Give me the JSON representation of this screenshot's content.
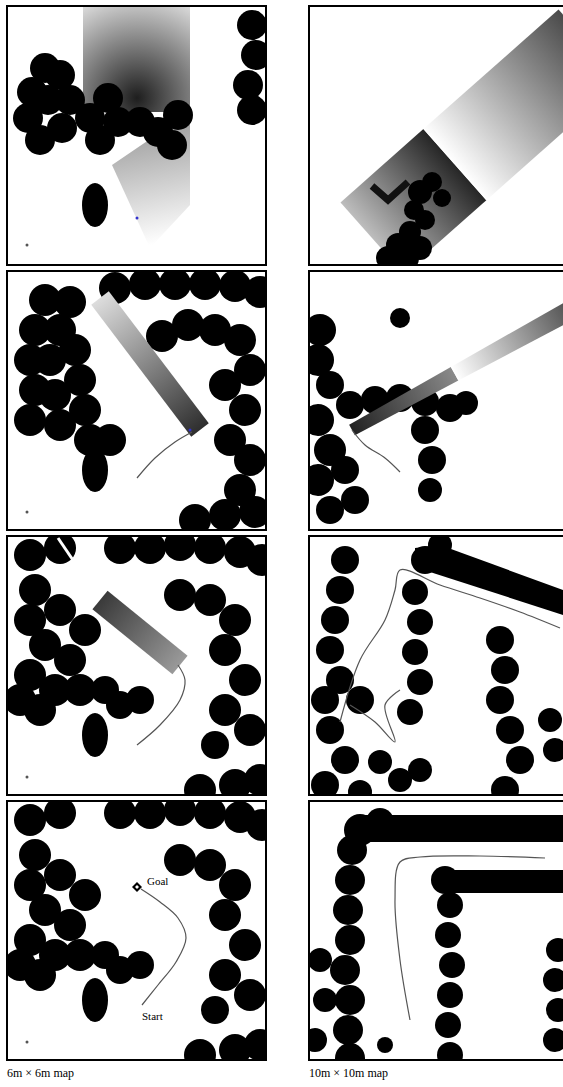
{
  "diagram": {
    "labels": [
      "Goal",
      "Start",
      "6m × 6m map",
      "10m × 10m map"
    ]
  }
}
